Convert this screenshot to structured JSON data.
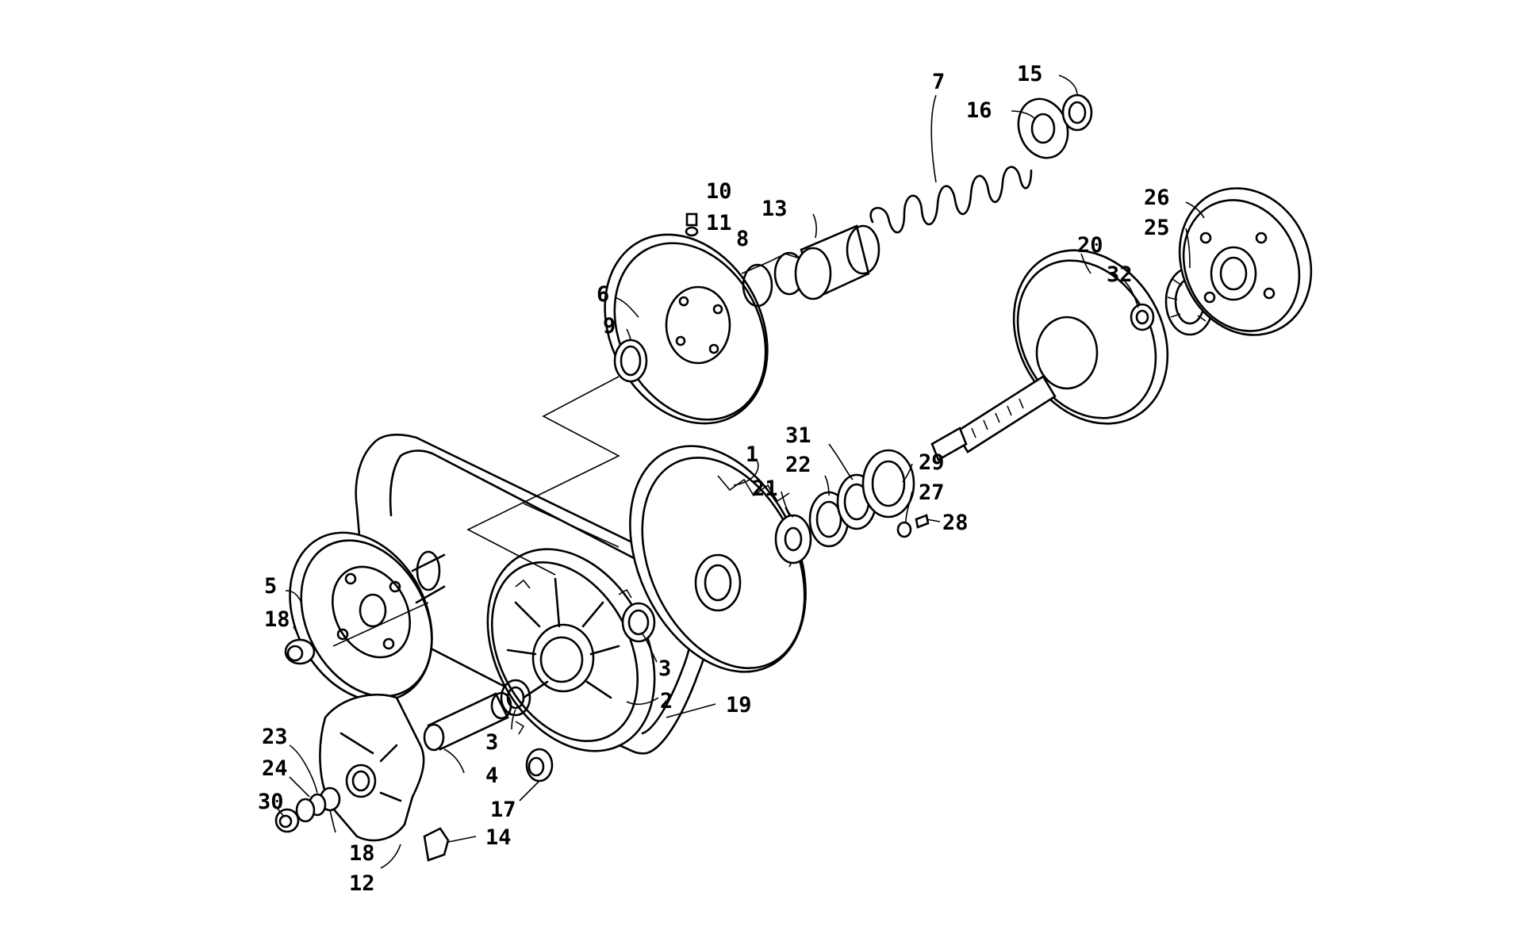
{
  "callouts": [
    {
      "id": "c1",
      "text": "1"
    },
    {
      "id": "c2",
      "text": "2"
    },
    {
      "id": "c3a",
      "text": "3"
    },
    {
      "id": "c3b",
      "text": "3"
    },
    {
      "id": "c4",
      "text": "4"
    },
    {
      "id": "c5",
      "text": "5"
    },
    {
      "id": "c6",
      "text": "6"
    },
    {
      "id": "c7",
      "text": "7"
    },
    {
      "id": "c8",
      "text": "8"
    },
    {
      "id": "c9",
      "text": "9"
    },
    {
      "id": "c10",
      "text": "10"
    },
    {
      "id": "c11",
      "text": "11"
    },
    {
      "id": "c12",
      "text": "12"
    },
    {
      "id": "c13",
      "text": "13"
    },
    {
      "id": "c14",
      "text": "14"
    },
    {
      "id": "c15",
      "text": "15"
    },
    {
      "id": "c16",
      "text": "16"
    },
    {
      "id": "c17",
      "text": "17"
    },
    {
      "id": "c18a",
      "text": "18"
    },
    {
      "id": "c18b",
      "text": "18"
    },
    {
      "id": "c19",
      "text": "19"
    },
    {
      "id": "c20",
      "text": "20"
    },
    {
      "id": "c21",
      "text": "21"
    },
    {
      "id": "c22",
      "text": "22"
    },
    {
      "id": "c23",
      "text": "23"
    },
    {
      "id": "c24",
      "text": "24"
    },
    {
      "id": "c25",
      "text": "25"
    },
    {
      "id": "c26",
      "text": "26"
    },
    {
      "id": "c27",
      "text": "27"
    },
    {
      "id": "c28",
      "text": "28"
    },
    {
      "id": "c29",
      "text": "29"
    },
    {
      "id": "c30",
      "text": "30"
    },
    {
      "id": "c31",
      "text": "31"
    },
    {
      "id": "c32",
      "text": "32"
    }
  ]
}
